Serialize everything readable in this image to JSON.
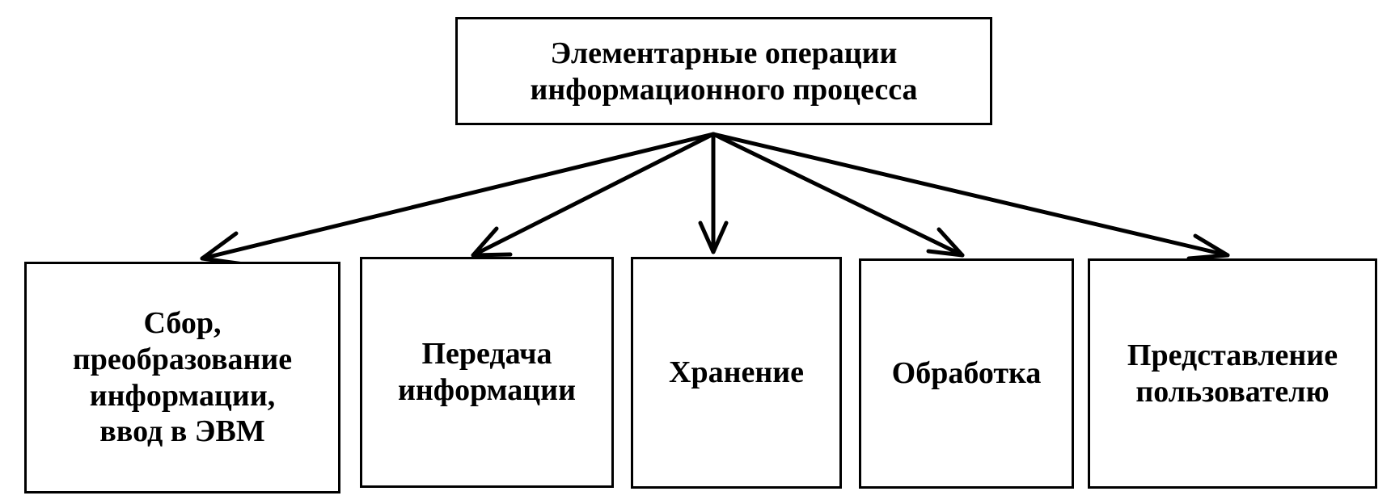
{
  "diagram": {
    "root": {
      "label": "Элементарные операции\nинформационного процесса"
    },
    "children": [
      {
        "label": "Сбор,\nпреобразование\nинформации,\nввод в ЭВМ"
      },
      {
        "label": "Передача\nинформации"
      },
      {
        "label": "Хранение"
      },
      {
        "label": "Обработка"
      },
      {
        "label": "Представление\nпользователю"
      }
    ]
  },
  "colors": {
    "line": "#000000",
    "box_border": "#000000",
    "background": "#ffffff"
  }
}
